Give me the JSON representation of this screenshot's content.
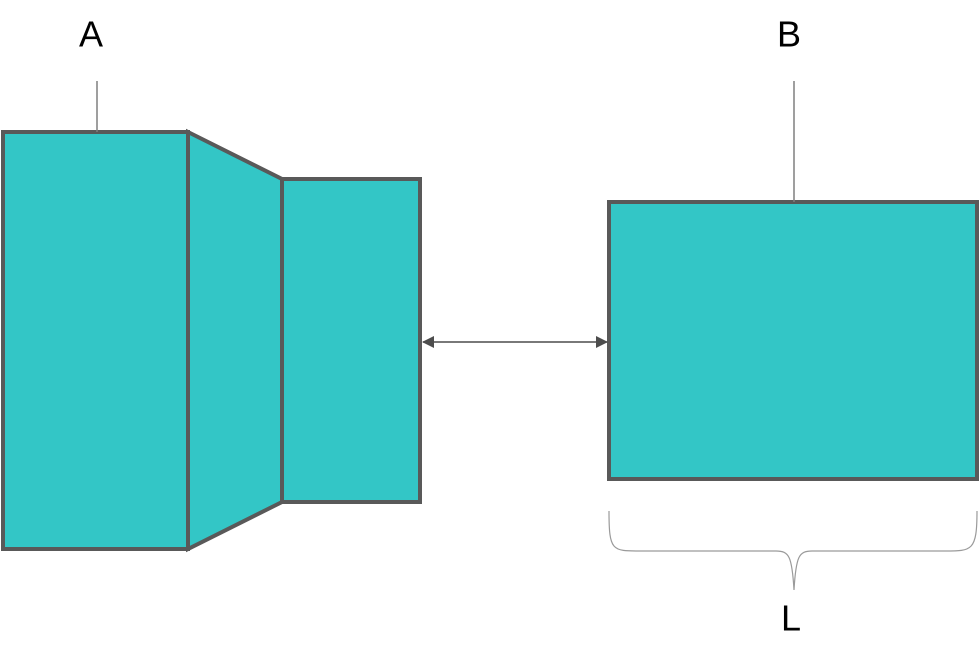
{
  "labels": {
    "a": "A",
    "b": "B",
    "l": "L"
  },
  "colors": {
    "fill": "#33c6c6",
    "outline": "#595959",
    "leader": "#7f7f7f",
    "arrow": "#4d4d4d",
    "brace": "#9a9a9a",
    "text": "#000000"
  }
}
